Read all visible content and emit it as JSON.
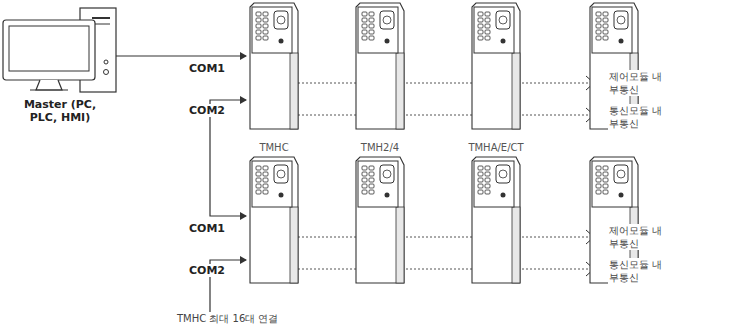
{
  "diagram": {
    "nodes": [
      {
        "text": [
          "Master (PC, PLC, HMI)"
        ]
      },
      {
        "text": [
          "TMHC"
        ]
      },
      {
        "text": [
          "TMH2/4"
        ]
      },
      {
        "text": [
          "TMHA/E/CT"
        ]
      }
    ],
    "labels": [
      "COM1",
      "COM2",
      "제어모듈 내부통신",
      "통신모듈 내부통신",
      "COM1",
      "COM2",
      "제어모듈 내부통신",
      "통신모듈 내부통신",
      "TMHC 최대 16대 연결"
    ]
  }
}
